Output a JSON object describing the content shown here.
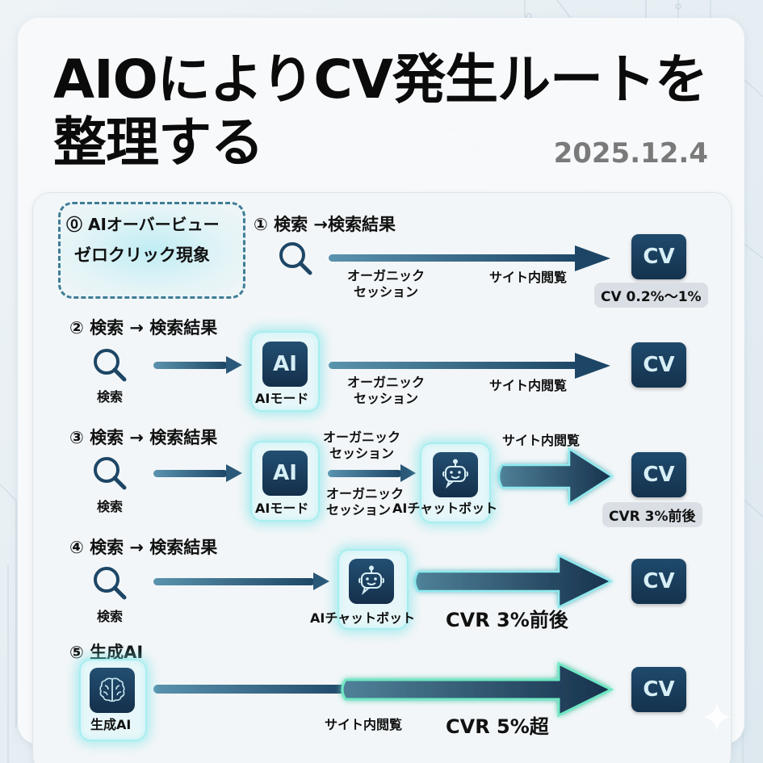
{
  "title_line1": "AIOによりCV発生ルートを",
  "title_line2": "整理する",
  "date": "2025.12.4",
  "colors": {
    "navy": "#14324d",
    "steel_blue": "#3f7d96",
    "glow_cyan": "#6ee1e6",
    "glow_green": "#5fe3b5"
  },
  "route0": {
    "heading": "⓪ AIオーバービュー",
    "subtitle": "ゼロクリック現象"
  },
  "route1": {
    "heading": "① 検索 →検索結果",
    "icon": "search-icon",
    "label_organic_1": "オーガニック",
    "label_organic_2": "セッション",
    "label_browse": "サイト内閲覧",
    "cv": "CV",
    "rate": "CV 0.2%〜1%"
  },
  "route2": {
    "heading": "② 検索 → 検索結果",
    "search_label": "検索",
    "ai_tile": "AI",
    "ai_label": "AIモード",
    "label_organic_1": "オーガニック",
    "label_organic_2": "セッション",
    "label_browse": "サイト内閲覧",
    "cv": "CV"
  },
  "route3": {
    "heading": "③ 検索 → 検索結果",
    "search_label": "検索",
    "ai_tile": "AI",
    "ai_label": "AIモード",
    "label_organic_top_1": "オーガニック",
    "label_organic_top_2": "セッション",
    "label_organic_bottom_1": "オーガニック",
    "label_organic_bottom_2": "セッション",
    "bot_label": "AIチャットボット",
    "label_browse": "サイト内閲覧",
    "cv": "CV",
    "rate": "CVR 3%前後"
  },
  "route4": {
    "heading": "④ 検索 → 検索結果",
    "search_label": "検索",
    "bot_label": "AIチャットボット",
    "rate": "CVR 3%前後",
    "cv": "CV"
  },
  "route5": {
    "heading": "⑤ 生成AI",
    "genai_label": "生成AI",
    "label_browse": "サイト内閲覧",
    "rate": "CVR 5%超",
    "cv": "CV"
  }
}
